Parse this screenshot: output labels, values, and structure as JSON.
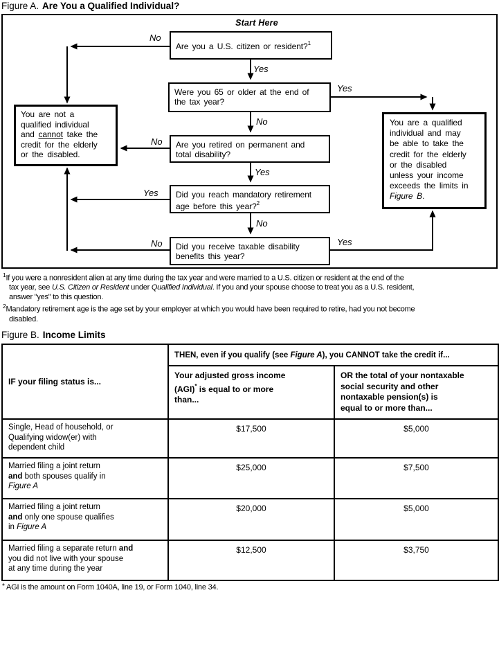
{
  "figure_a": {
    "label": "Figure A.",
    "title": "Are You a Qualified Individual?",
    "start_here": "Start Here",
    "boxes": {
      "citizen": {
        "text": "Are you a U.S. citizen or resident?",
        "sup": "1"
      },
      "age65": {
        "text": "Were you 65 or older at the end of\nthe tax year?"
      },
      "retired": {
        "text": "Are you retired on permanent and\ntotal disability?"
      },
      "mandatory": {
        "text": "Did you reach mandatory retirement\nage before this year?",
        "sup": "2"
      },
      "taxable": {
        "text": "Did you receive taxable disability\nbenefits this year?"
      },
      "not_qualified": {
        "p1": "You are not a\nqualified individual\nand ",
        "u": "cannot",
        "p2": " take the\ncredit for the elderly\nor the disabled."
      },
      "qualified": {
        "p1": "You are a qualified\nindividual and may\nbe able to take the\ncredit for the elderly\nor the disabled\nunless your income\nexceeds the limits in\n",
        "i": "Figure B",
        "p2": "."
      }
    },
    "labels": {
      "no_citizen": "No",
      "yes_citizen": "Yes",
      "yes_age65": "Yes",
      "no_age65": "No",
      "no_retired": "No",
      "yes_retired": "Yes",
      "yes_mandatory": "Yes",
      "no_mandatory": "No",
      "no_taxable": "No",
      "yes_taxable": "Yes"
    },
    "footnotes": {
      "f1": {
        "marker": "1",
        "p1": "If you were a nonresident alien at any time during the tax year and were married to a U.S. citizen or resident at the end of the\ntax year, see ",
        "i1": "U.S. Citizen or Resident",
        "p2": " under ",
        "i2": "Qualified Individual",
        "p3": ". If you and your spouse choose to treat you as a U.S. resident,\nanswer \"yes\" to this question."
      },
      "f2": {
        "marker": "2",
        "p1": "Mandatory retirement age is the age set by your employer at which you would have been required to retire, had you not become\ndisabled."
      }
    }
  },
  "figure_b": {
    "label": "Figure B.",
    "title": "Income Limits",
    "table": {
      "filing_header": "IF your filing status is...",
      "then_header": {
        "p1": "THEN, even if you qualify (see ",
        "i": "Figure A",
        "p2": "), you CANNOT take the credit if..."
      },
      "agi_header": {
        "p1": "Your adjusted gross income\n(AGI)",
        "sup": "*",
        "p2": " is equal to or more\nthan..."
      },
      "nontaxable_header": "OR the total of your nontaxable\nsocial security and other\nnontaxable pension(s) is\nequal to or more than...",
      "rows": [
        {
          "p1": "Single, Head of household, or\nQualifying widow(er) with\ndependent child",
          "b": "",
          "p2": "",
          "i": "",
          "agi": "$17,500",
          "ss": "$5,000"
        },
        {
          "p1": "Married filing a joint return\n",
          "b": "and",
          "p2": " both spouses qualify in\n",
          "i": "Figure A",
          "agi": "$25,000",
          "ss": "$7,500"
        },
        {
          "p1": "Married filing a joint return\n",
          "b": "and",
          "p2": " only one spouse qualifies\nin ",
          "i": "Figure A",
          "agi": "$20,000",
          "ss": "$5,000"
        },
        {
          "p1": "Married filing a separate return ",
          "b": "and",
          "p2": "\nyou did not live with your spouse\nat any time during the year",
          "i": "",
          "agi": "$12,500",
          "ss": "$3,750"
        }
      ]
    },
    "footnote": {
      "marker": "*",
      "text": " AGI is the amount on Form 1040A, line 19, or Form 1040, line 34."
    }
  }
}
